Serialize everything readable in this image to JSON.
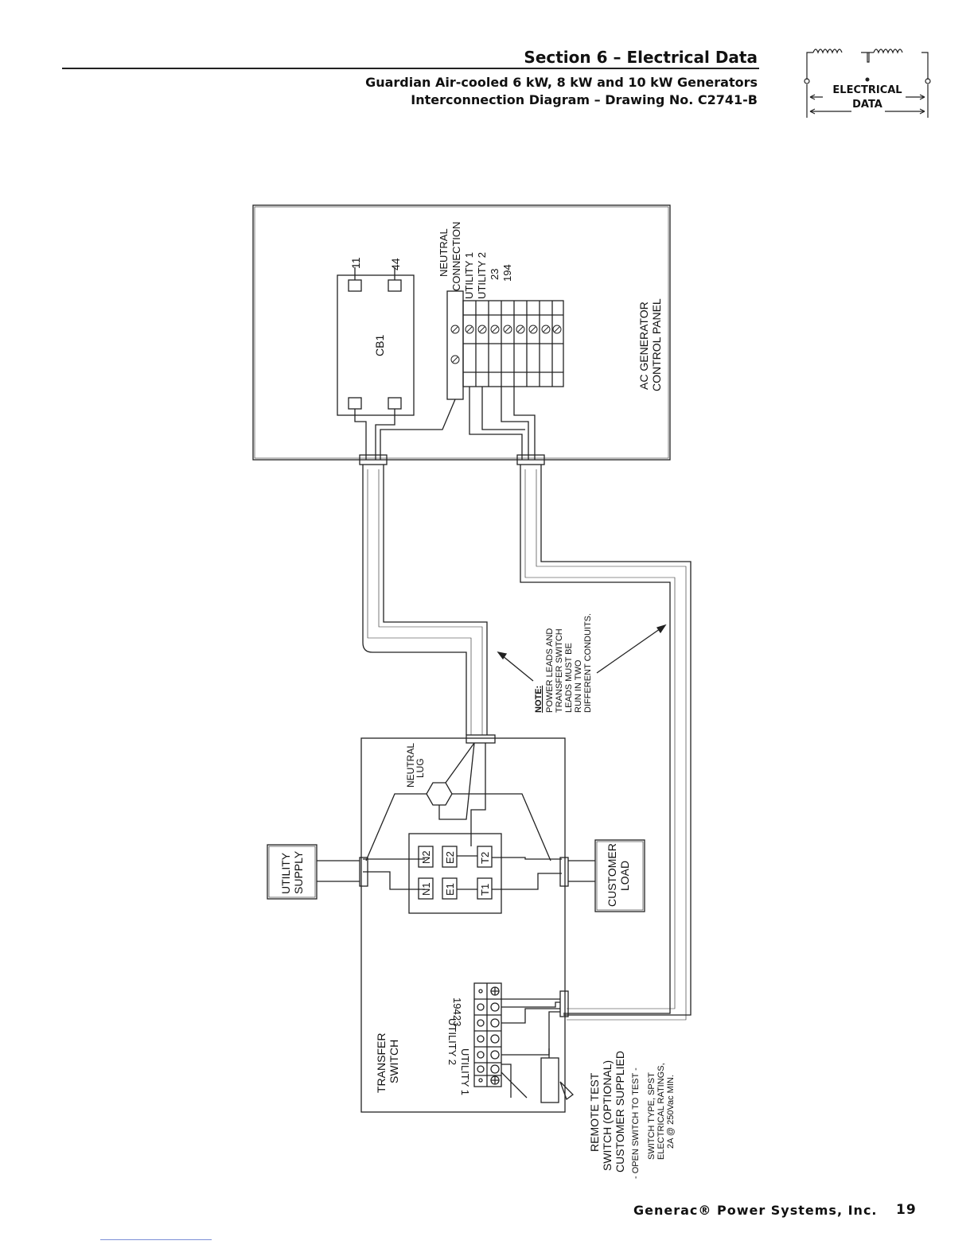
{
  "header": {
    "section_title": "Section 6 – Electrical Data",
    "subtitle_line1": "Guardian Air-cooled 6 kW, 8 kW and 10 kW Generators",
    "subtitle_line2": "Interconnection Diagram – Drawing No. C2741-B"
  },
  "badge": {
    "line1": "ELECTRICAL",
    "line2": "DATA"
  },
  "diagram": {
    "control_panel": {
      "title_line1": "AC GENERATOR",
      "title_line2": "CONTROL PANEL",
      "breaker": "CB1",
      "terminal_11": "11",
      "terminal_44": "44",
      "strip_labels": [
        "NEUTRAL",
        "CONNECTION",
        "UTILITY 1",
        "UTILITY 2",
        "23",
        "194"
      ]
    },
    "note": {
      "heading": "NOTE:",
      "lines": [
        "POWER LEADS AND",
        "TRANSFER SWITCH",
        "LEADS MUST BE",
        "RUN IN TWO",
        "DIFFERENT CONDUITS."
      ]
    },
    "transfer_switch": {
      "title_line1": "TRANSFER",
      "title_line2": "SWITCH",
      "neutral_lug_line1": "NEUTRAL",
      "neutral_lug_line2": "LUG",
      "contacts": [
        "N1",
        "N2",
        "E1",
        "E2",
        "T1",
        "T2"
      ],
      "terminal_labels": [
        "UTILITY 1",
        "UTILITY 2",
        "23",
        "194"
      ]
    },
    "utility_supply": {
      "line1": "UTILITY",
      "line2": "SUPPLY"
    },
    "customer_load": {
      "line1": "CUSTOMER",
      "line2": "LOAD"
    },
    "remote_test": {
      "lines": [
        "REMOTE TEST",
        "SWITCH (OPTIONAL)",
        "CUSTOMER SUPPLIED"
      ],
      "notes": [
        "- OPEN SWITCH TO TEST -",
        "SWITCH TYPE, SPST",
        "ELECTRICAL RATINGS,",
        "2A @ 250Vac MIN."
      ]
    }
  },
  "footer": {
    "company": "Generac® Power Systems, Inc.",
    "page": "19"
  }
}
